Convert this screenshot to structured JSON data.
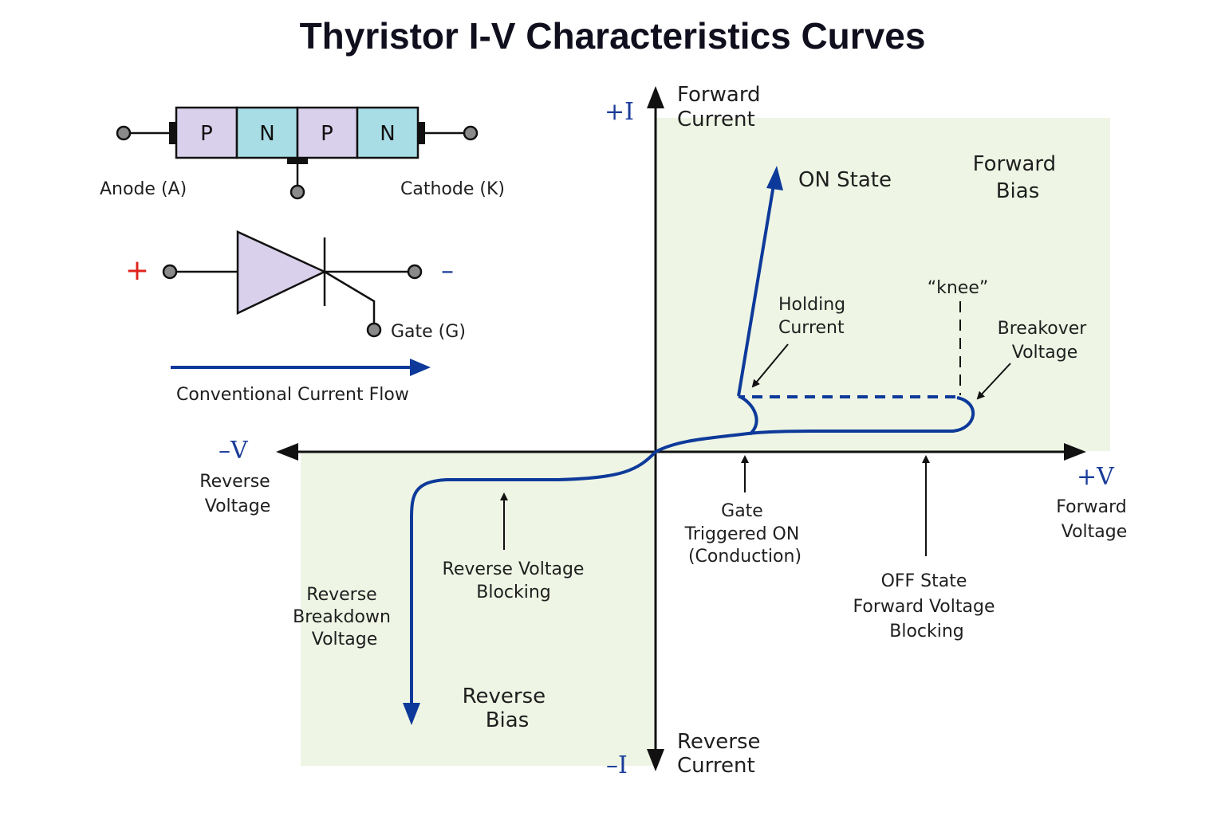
{
  "title": "Thyristor I-V Characteristics Curves",
  "colors": {
    "curve": "#0d3a9a",
    "region_fill": "#eef5e4",
    "p_layer": "#d9d0ec",
    "n_layer": "#a8dde6",
    "plus": "#e0231c",
    "minus": "#1a3d9a",
    "axis": "#111111"
  },
  "structure": {
    "layers": [
      "P",
      "N",
      "P",
      "N"
    ],
    "anode_label": "Anode (A)",
    "cathode_label": "Cathode (K)"
  },
  "symbol": {
    "plus": "+",
    "minus": "–",
    "gate_label": "Gate (G)"
  },
  "current_flow": {
    "label": "Conventional Current Flow"
  },
  "axes": {
    "pos_i": "+I",
    "neg_i": "–I",
    "pos_v": "+V",
    "neg_v": "–V",
    "forward_current": [
      "Forward",
      "Current"
    ],
    "reverse_current": [
      "Reverse",
      "Current"
    ],
    "forward_voltage": [
      "Forward",
      "Voltage"
    ],
    "reverse_voltage": [
      "Reverse",
      "Voltage"
    ]
  },
  "regions": {
    "forward_bias": [
      "Forward",
      "Bias"
    ],
    "reverse_bias": [
      "Reverse",
      "Bias"
    ]
  },
  "annotations": {
    "on_state": "ON State",
    "holding_current": [
      "Holding",
      "Current"
    ],
    "knee": "“knee”",
    "breakover_voltage": [
      "Breakover",
      "Voltage"
    ],
    "gate_triggered": [
      "Gate",
      "Triggered ON",
      "(Conduction)"
    ],
    "off_state": [
      "OFF State",
      "Forward Voltage",
      "Blocking"
    ],
    "reverse_blocking": [
      "Reverse Voltage",
      "Blocking"
    ],
    "reverse_breakdown": [
      "Reverse",
      "Breakdown",
      "Voltage"
    ]
  }
}
